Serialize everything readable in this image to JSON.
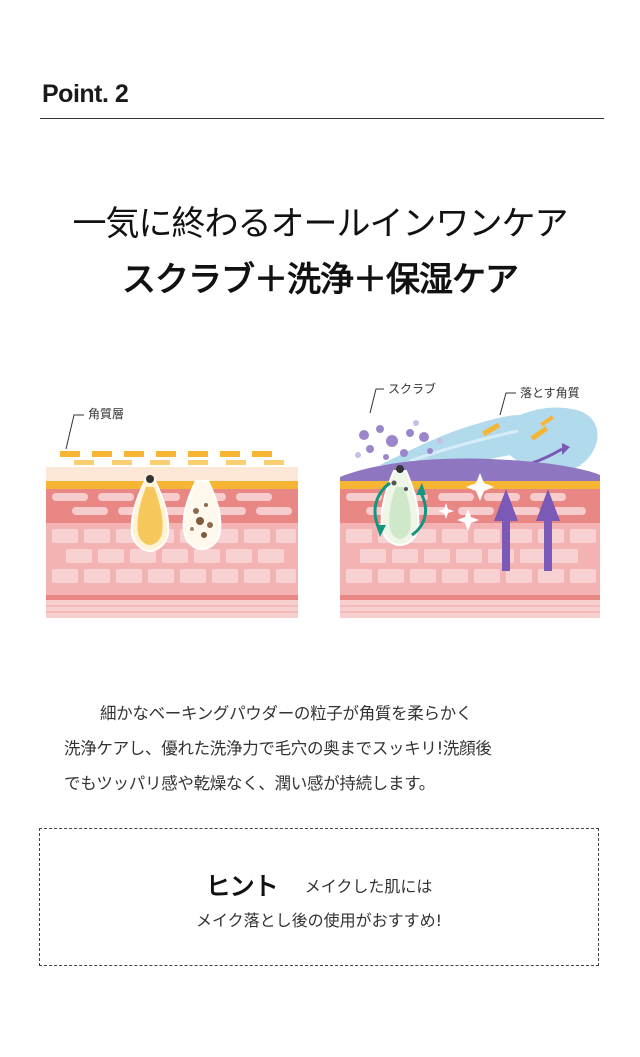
{
  "point": {
    "label": "Point. 2"
  },
  "headline": {
    "line1": "一気に終わるオールインワンケア",
    "line2": "スクラブ＋洗浄＋保湿ケア"
  },
  "illustration_left": {
    "callout": "角質層"
  },
  "illustration_right": {
    "callout_scrub": "スクラブ",
    "callout_removed": "落とす角質"
  },
  "description": {
    "line1": "細かなベーキングパウダーの粒子が角質を柔らかく",
    "line2": "洗浄ケアし、優れた洗浄力で毛穴の奥までスッキリ!洗顔後",
    "line3": "でもツッパリ感や乾燥なく、潤い感が持続します。"
  },
  "hint": {
    "title": "ヒント",
    "text1": "メイクした肌には",
    "text2": "メイク落とし後の使用がおすすめ!"
  },
  "colors": {
    "skin_pink": "#f0a2a2",
    "skin_light": "#f8cccc",
    "skin_band": "#e98785",
    "keratin_yellow": "#f6b533",
    "scrub_purple": "#8e76c0",
    "foam_blue": "#a9d6ea",
    "arrow_teal": "#13957f"
  }
}
